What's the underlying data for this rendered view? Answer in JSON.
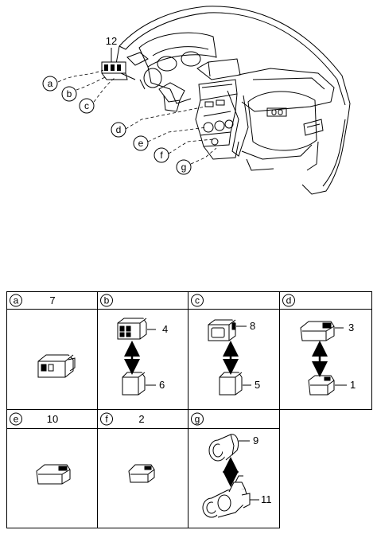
{
  "diagram": {
    "main_ref": "12",
    "callouts": [
      "a",
      "b",
      "c",
      "d",
      "e",
      "f",
      "g"
    ]
  },
  "table": {
    "cells": [
      {
        "letter": "a",
        "header_num": "7",
        "parts": []
      },
      {
        "letter": "b",
        "header_num": "",
        "parts": [
          "4",
          "6"
        ]
      },
      {
        "letter": "c",
        "header_num": "",
        "parts": [
          "8",
          "5"
        ]
      },
      {
        "letter": "d",
        "header_num": "",
        "parts": [
          "3",
          "1"
        ]
      },
      {
        "letter": "e",
        "header_num": "10",
        "parts": []
      },
      {
        "letter": "f",
        "header_num": "2",
        "parts": []
      },
      {
        "letter": "g",
        "header_num": "",
        "parts": [
          "9",
          "11"
        ]
      }
    ]
  }
}
